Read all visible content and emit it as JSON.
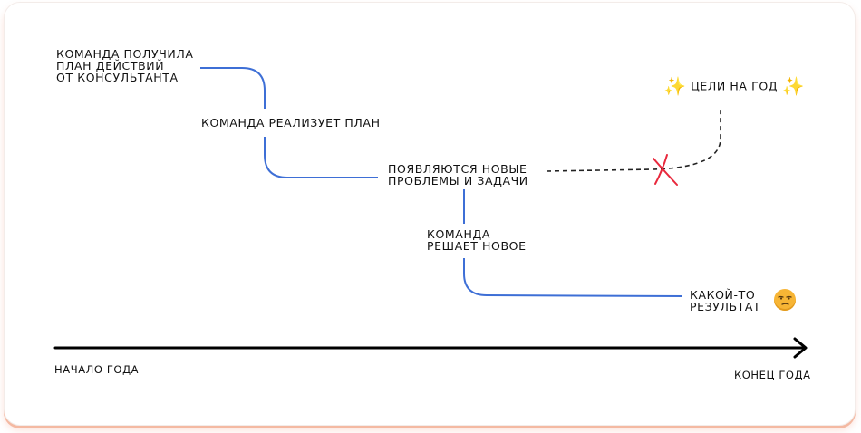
{
  "labels": {
    "got_plan": [
      "Команда получила",
      "план действий",
      "от консультанта"
    ],
    "implements": "Команда реализует план",
    "new_problems": [
      "Появляются новые",
      "проблемы и задачи"
    ],
    "solves_new": [
      "Команда",
      "решает новое"
    ],
    "goals": "Цели на год",
    "result": [
      "Какой-то",
      "результат"
    ]
  },
  "axis": {
    "start": "Начало года",
    "end": "Конец года"
  },
  "icons": {
    "goal_decoration": "sparkles-icon",
    "result_decoration": "unamused-face-icon",
    "blocked_marker": "red-cross-icon"
  },
  "colors": {
    "path_line": "#3e6fd6",
    "dashed_line": "#222222",
    "cross": "#e8283c",
    "axis": "#000000",
    "sparkle": "#f4c020",
    "face": "#f7b535"
  }
}
